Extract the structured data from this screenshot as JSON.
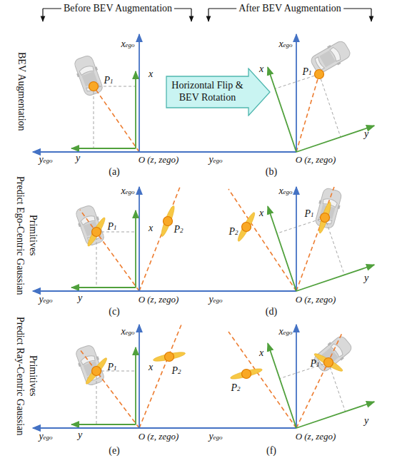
{
  "diagram": {
    "nodes": [
      {
        "text": [
          "Horizontal Flip & BEV Rotation"
        ]
      }
    ],
    "labels": [
      "Before BEV Augmentation",
      "After BEV Augmentation",
      "BEV Augmentation",
      "Predict Ego-Centric Gaussian Primitives",
      "Predict Ray-Centric Gaussian Primitives",
      "xego",
      "x",
      "P1",
      "yego",
      "y",
      "O (z, zego)",
      "(a)",
      "xego",
      "x",
      "P1",
      "y",
      "yego",
      "O (z, zego)",
      "(b)",
      "xego",
      "x",
      "P1",
      "P2",
      "yego",
      "y",
      "O (z, zego)",
      "(c)",
      "xego",
      "x",
      "P2",
      "P1",
      "y",
      "yego",
      "O (z, zego)",
      "(d)",
      "xego",
      "x",
      "P1",
      "P2",
      "yego",
      "y",
      "O (z, zego)",
      "(e)",
      "xego",
      "x",
      "P2",
      "P1",
      "y",
      "yego",
      "O (z, zego)",
      "(f)"
    ]
  }
}
